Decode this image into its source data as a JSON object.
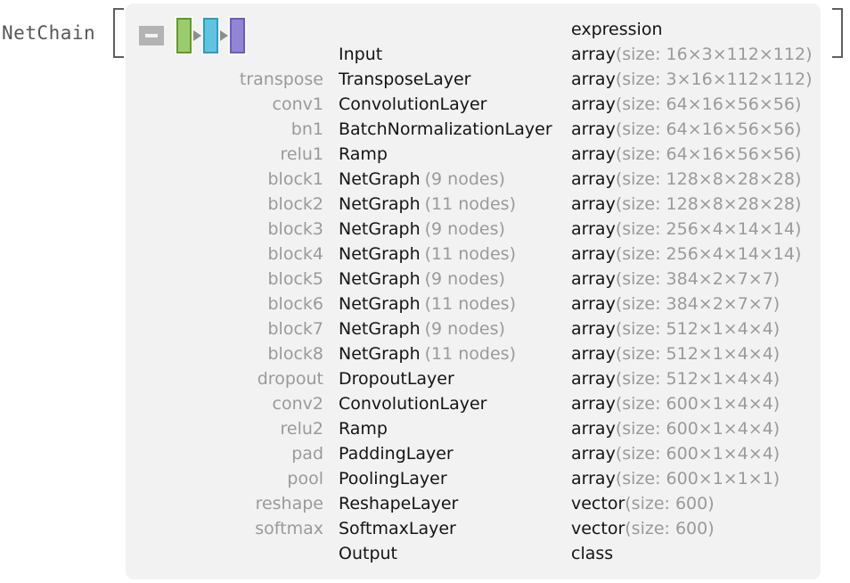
{
  "head": {
    "label": "NetChain",
    "bracket_left": "[",
    "bracket_right": "]"
  },
  "toolbar": {
    "collapse_label": "collapse",
    "net_glyph": {
      "nodes": [
        {
          "name": "node-green",
          "fill": "#9bcb6f",
          "border": "#5f9e22"
        },
        {
          "name": "node-blue",
          "fill": "#61c3e2",
          "border": "#2d9dc4"
        },
        {
          "name": "node-purple",
          "fill": "#9385d6",
          "border": "#6d5cc0"
        }
      ],
      "arrow_color": "#8d8d8d"
    }
  },
  "table": {
    "headers": {
      "name": "",
      "type": "",
      "expression": "expression"
    },
    "rows": [
      {
        "name": "",
        "type": "Input",
        "sub": "",
        "expr": "",
        "expr_sub": "",
        "expr_plain": "array",
        "expr_size": "(size: 16×3×112×112)"
      },
      {
        "name": "transpose",
        "type": "TransposeLayer",
        "sub": "",
        "expr_plain": "array",
        "expr_size": "(size: 3×16×112×112)"
      },
      {
        "name": "conv1",
        "type": "ConvolutionLayer",
        "sub": "",
        "expr_plain": "array",
        "expr_size": "(size: 64×16×56×56)"
      },
      {
        "name": "bn1",
        "type": "BatchNormalizationLayer",
        "sub": "",
        "expr_plain": "array",
        "expr_size": "(size: 64×16×56×56)"
      },
      {
        "name": "relu1",
        "type": "Ramp",
        "sub": "",
        "expr_plain": "array",
        "expr_size": "(size: 64×16×56×56)"
      },
      {
        "name": "block1",
        "type": "NetGraph",
        "sub": "(9 nodes)",
        "expr_plain": "array",
        "expr_size": "(size: 128×8×28×28)"
      },
      {
        "name": "block2",
        "type": "NetGraph",
        "sub": "(11 nodes)",
        "expr_plain": "array",
        "expr_size": "(size: 128×8×28×28)"
      },
      {
        "name": "block3",
        "type": "NetGraph",
        "sub": "(9 nodes)",
        "expr_plain": "array",
        "expr_size": "(size: 256×4×14×14)"
      },
      {
        "name": "block4",
        "type": "NetGraph",
        "sub": "(11 nodes)",
        "expr_plain": "array",
        "expr_size": "(size: 256×4×14×14)"
      },
      {
        "name": "block5",
        "type": "NetGraph",
        "sub": "(9 nodes)",
        "expr_plain": "array",
        "expr_size": "(size: 384×2×7×7)"
      },
      {
        "name": "block6",
        "type": "NetGraph",
        "sub": "(11 nodes)",
        "expr_plain": "array",
        "expr_size": "(size: 384×2×7×7)"
      },
      {
        "name": "block7",
        "type": "NetGraph",
        "sub": "(9 nodes)",
        "expr_plain": "array",
        "expr_size": "(size: 512×1×4×4)"
      },
      {
        "name": "block8",
        "type": "NetGraph",
        "sub": "(11 nodes)",
        "expr_plain": "array",
        "expr_size": "(size: 512×1×4×4)"
      },
      {
        "name": "dropout",
        "type": "DropoutLayer",
        "sub": "",
        "expr_plain": "array",
        "expr_size": "(size: 512×1×4×4)"
      },
      {
        "name": "conv2",
        "type": "ConvolutionLayer",
        "sub": "",
        "expr_plain": "array",
        "expr_size": "(size: 600×1×4×4)"
      },
      {
        "name": "relu2",
        "type": "Ramp",
        "sub": "",
        "expr_plain": "array",
        "expr_size": "(size: 600×1×4×4)"
      },
      {
        "name": "pad",
        "type": "PaddingLayer",
        "sub": "",
        "expr_plain": "array",
        "expr_size": "(size: 600×1×4×4)"
      },
      {
        "name": "pool",
        "type": "PoolingLayer",
        "sub": "",
        "expr_plain": "array",
        "expr_size": "(size: 600×1×1×1)"
      },
      {
        "name": "reshape",
        "type": "ReshapeLayer",
        "sub": "",
        "expr_plain": "vector",
        "expr_size": "(size: 600)"
      },
      {
        "name": "softmax",
        "type": "SoftmaxLayer",
        "sub": "",
        "expr_plain": "vector",
        "expr_size": "(size: 600)"
      },
      {
        "name": "",
        "type": "Output",
        "sub": "",
        "expr_plain": "class",
        "expr_size": ""
      }
    ]
  }
}
